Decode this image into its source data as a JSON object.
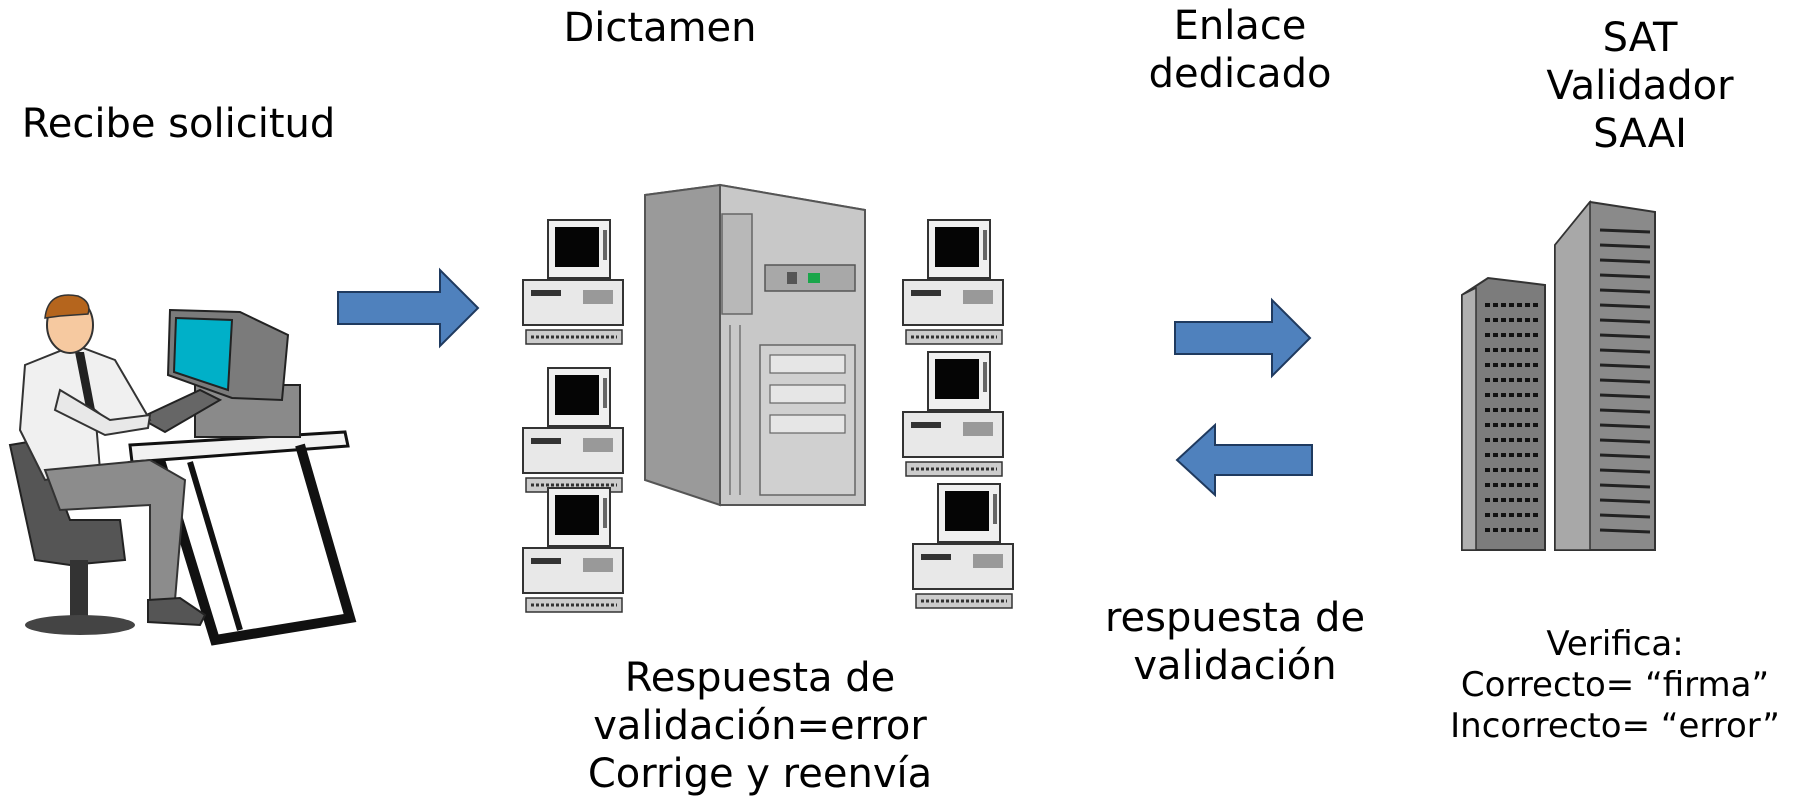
{
  "labels": {
    "recibe": "Recibe solicitud",
    "dictamen": "Dictamen",
    "enlace": "Enlace\ndedicado",
    "sat": "SAT\nValidador\nSAAI",
    "respuesta_error": "Respuesta de\nvalidación=error\nCorrige y reenvía",
    "respuesta_validacion": "respuesta de\nvalidación",
    "verifica": "Verifica:\nCorrecto= “firma”\nIncorrecto= “error”"
  },
  "colors": {
    "arrow_fill": "#4f81bd",
    "arrow_stroke": "#1f3a5f",
    "monitor_screen": "#00b0c8",
    "building": "#8a8a8a",
    "server": "#c8c8c8"
  }
}
